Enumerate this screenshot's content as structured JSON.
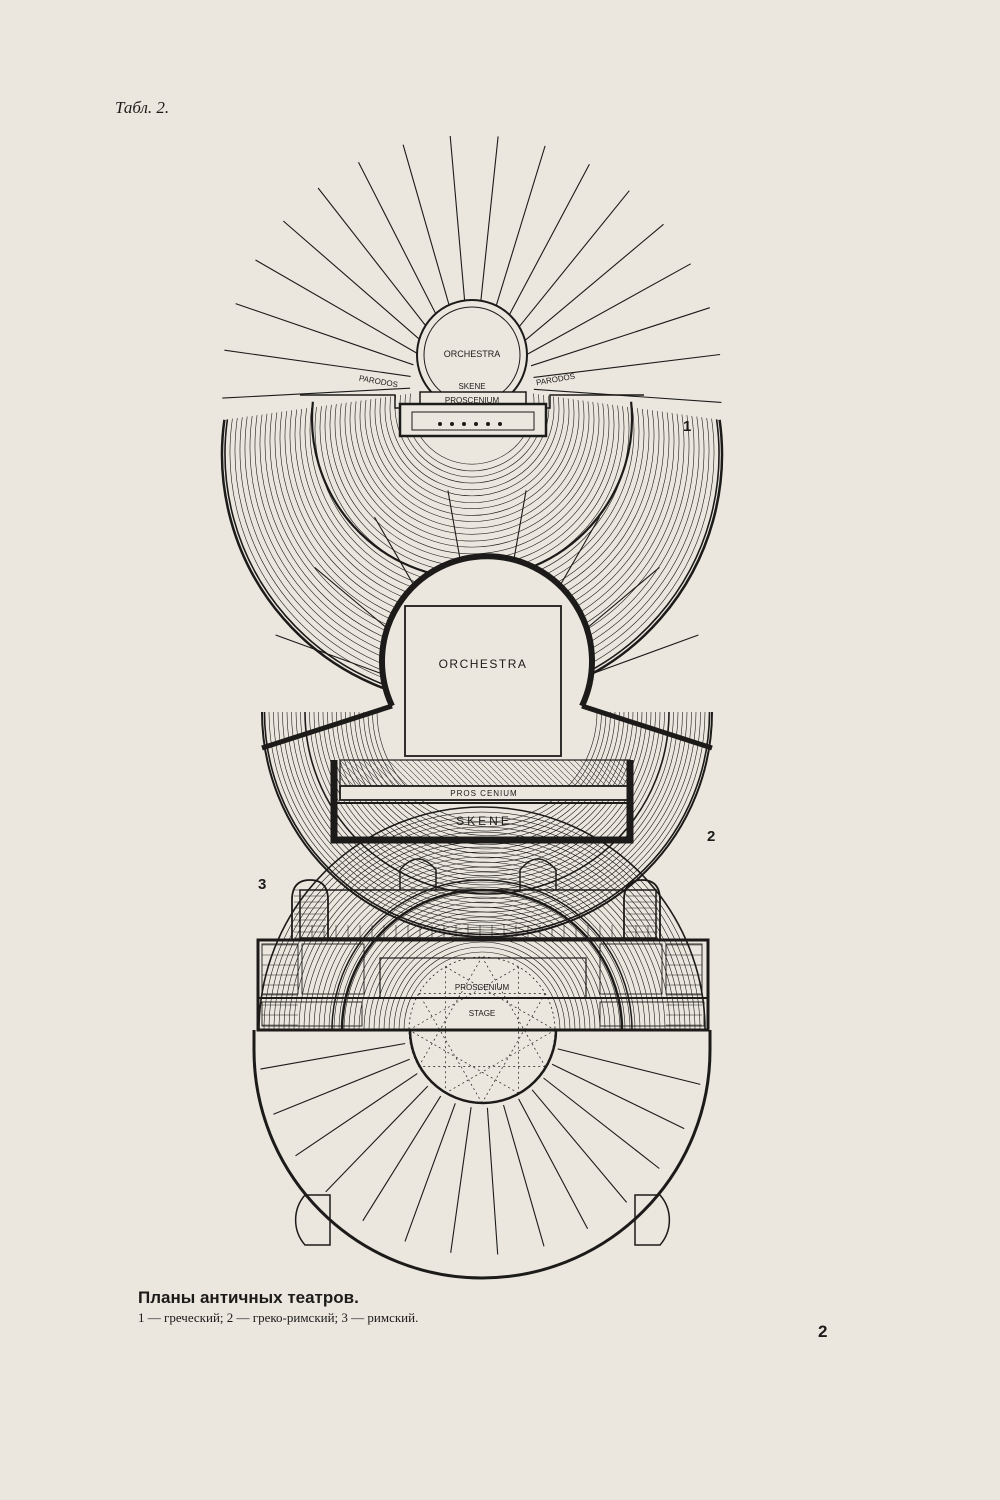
{
  "plate_label": "Табл. 2.",
  "figures": [
    {
      "number": "1",
      "labels": {
        "orchestra": "ORCHESTRA",
        "skene": "SKENE",
        "proscenium": "PROSCENIUM",
        "parodos_left": "PARODOS",
        "parodos_right": "PARODOS"
      }
    },
    {
      "number": "2",
      "labels": {
        "orchestra": "ORCHESTRA",
        "proscenium": "PROS CENIUM",
        "skene": "SKENE"
      }
    },
    {
      "number": "3",
      "labels": {
        "proscenium": "PROSCENIUM",
        "stage": "STAGE"
      }
    }
  ],
  "caption": {
    "title": "Планы античных театров.",
    "subtitle": "1 — греческий; 2 — греко-римский; 3 — римский."
  },
  "page_number": "2"
}
